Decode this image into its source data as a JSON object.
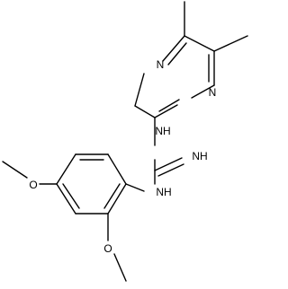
{
  "molecule": {
    "atom_labels": {
      "n_ring_upper": "N",
      "n_ring_lower": "N",
      "nh_upper": "NH",
      "nh_imine": "NH",
      "nh_lower": "NH",
      "o_left": "O",
      "o_lower": "O"
    }
  }
}
